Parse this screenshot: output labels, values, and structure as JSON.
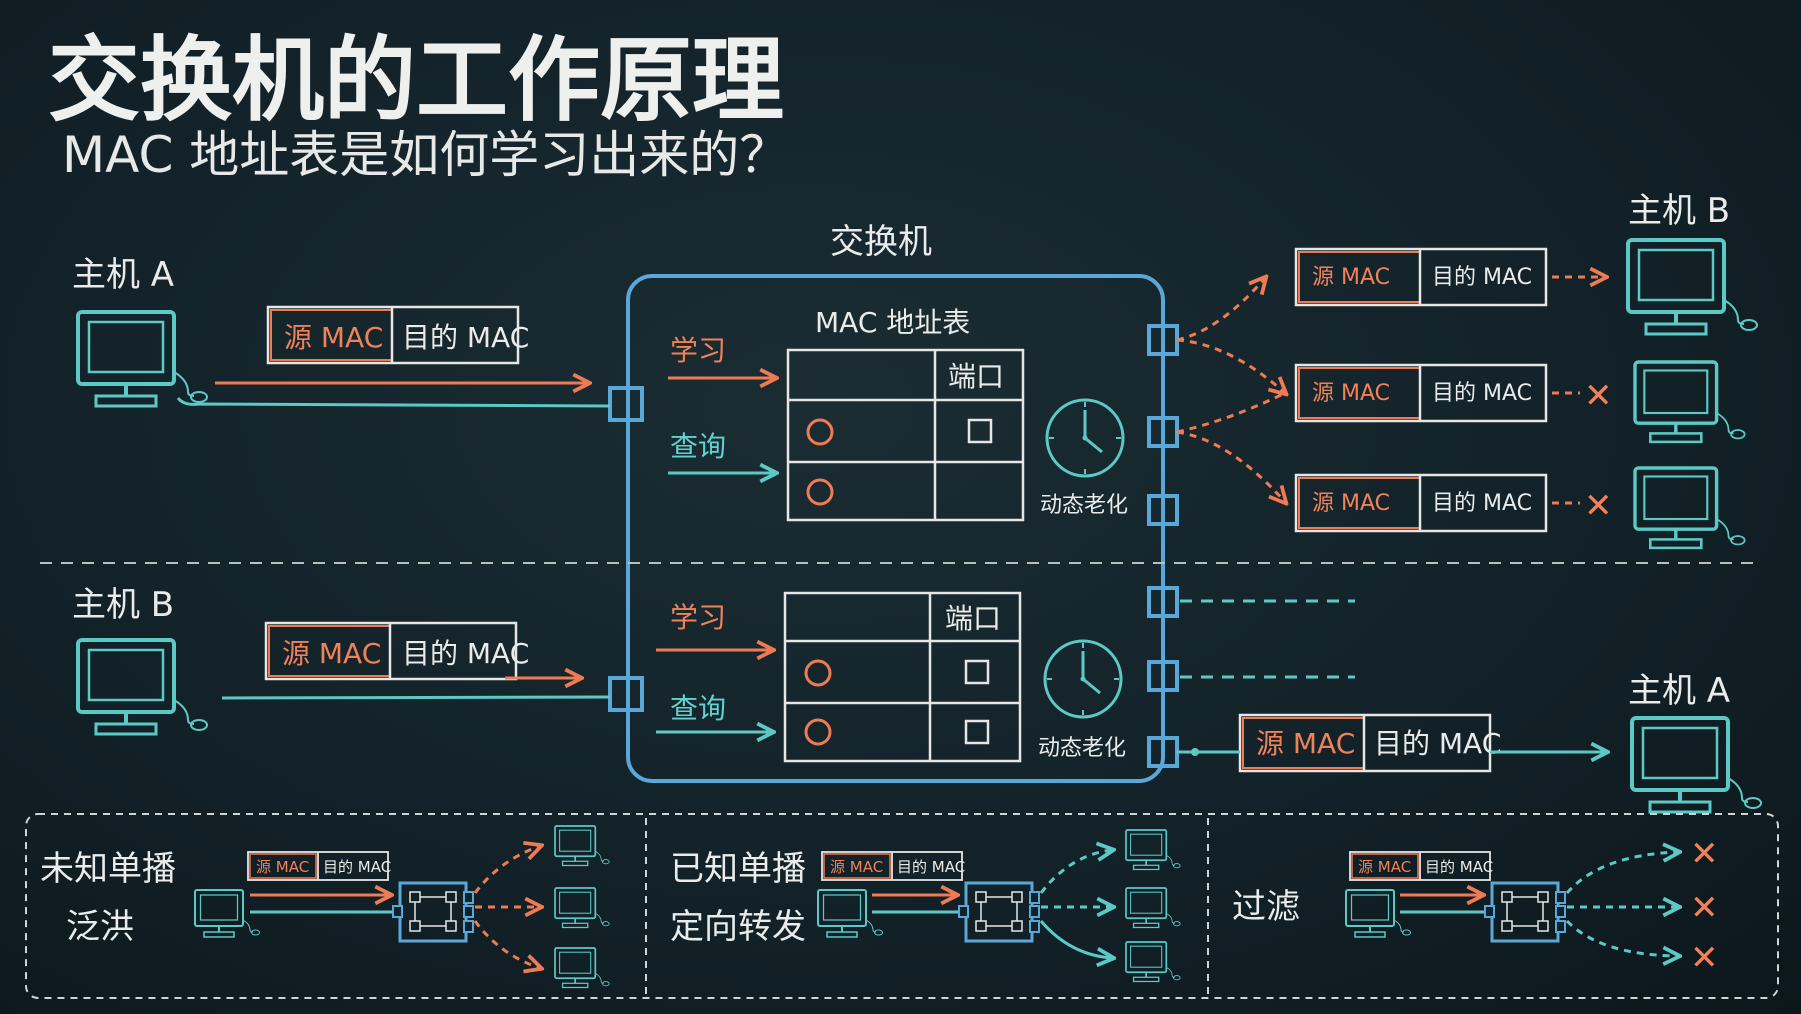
{
  "title": "交换机的工作原理",
  "subtitle": "MAC 地址表是如何学习出来的？",
  "switch_label": "交换机",
  "table_title": "MAC 地址表",
  "port_header": "端口",
  "learn": "学习",
  "query": "查询",
  "aging": "动态老化",
  "host_a": "主机 A",
  "host_b": "主机 B",
  "src_mac": "源 MAC",
  "dst_mac": "目的 MAC",
  "fail_mark": "✕",
  "panels": [
    {
      "line1": "未知单播",
      "line2": "泛洪"
    },
    {
      "line1": "已知单播",
      "line2": "定向转发"
    },
    {
      "line1": "过滤",
      "line2": ""
    }
  ],
  "colors": {
    "background": "#132229",
    "chalk_white": "#e9ecea",
    "orange": "#ef7b54",
    "teal": "#5cc9c4",
    "blue": "#5aa8d8"
  },
  "icons": [
    "computer-icon",
    "clock-icon",
    "switch-icon",
    "cross-icon"
  ]
}
